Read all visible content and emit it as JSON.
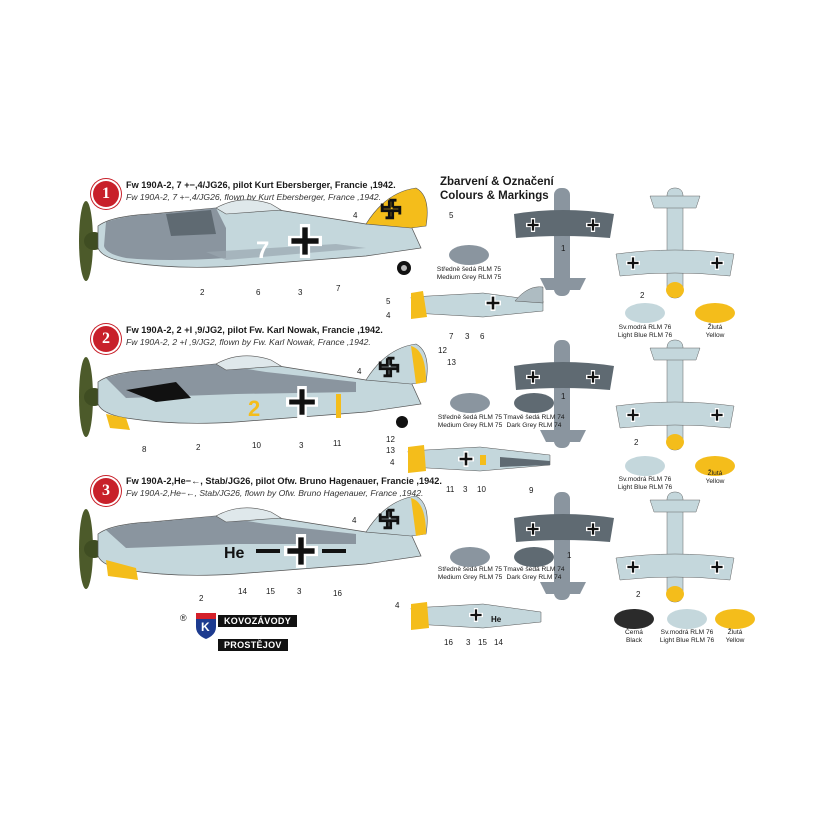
{
  "headings": {
    "cz": "Zbarvení & Označení",
    "en": "Colours & Markings"
  },
  "schemes": [
    {
      "number": "1",
      "title_cz": "Fw 190A-2, 7 +−,4/JG26, pilot Kurt Ebersberger, Francie ,1942.",
      "title_en": "Fw 190A-2, 7 +−,4/JG26, flown by Kurt Ebersberger, France ,1942.",
      "code": "7"
    },
    {
      "number": "2",
      "title_cz": "Fw 190A-2, 2 +I ,9/JG2, pilot Fw. Karl Nowak, Francie ,1942.",
      "title_en": "Fw 190A-2, 2 +I ,9/JG2, flown by Fw. Karl Nowak, France ,1942.",
      "code": "2"
    },
    {
      "number": "3",
      "title_cz": "Fw 190A-2,He−←, Stab/JG26, pilot  Ofw. Bruno Hagenauer, Francie ,1942.",
      "title_en": "Fw 190A-2,He−←, Stab/JG26, flown by  Ofw. Bruno Hagenauer, France ,1942.",
      "code": "He"
    }
  ],
  "colors": {
    "rlm75": "#8a959f",
    "rlm74": "#5f6a72",
    "rlm76": "#c4d7dc",
    "yellow": "#f4bd1b",
    "black": "#2b2b2b",
    "spinner": "#4c5a2a"
  },
  "swatches": {
    "s1": [
      {
        "line1": "Středně šedá RLM 75",
        "line2": "Medium Grey RLM 75"
      },
      {
        "line1": "Sv.modrá RLM 76",
        "line2": "Light Blue RLM 76"
      },
      {
        "line1": "Žlutá",
        "line2": "Yellow"
      }
    ],
    "s2": [
      {
        "line1": "Středně šedá RLM 75",
        "line2": "Medium Grey RLM 75"
      },
      {
        "line1": "Tmavě šedá RLM 74",
        "line2": "Dark Grey RLM 74"
      },
      {
        "line1": "Sv.modrá RLM 76",
        "line2": "Light Blue RLM 76"
      },
      {
        "line1": "Žlutá",
        "line2": "Yellow"
      }
    ],
    "s3": [
      {
        "line1": "Středně šedá RLM 75",
        "line2": "Medium Grey RLM 75"
      },
      {
        "line1": "Tmavě šedá RLM 74",
        "line2": "Dark Grey RLM 74"
      },
      {
        "line1": "Černá",
        "line2": "Black"
      },
      {
        "line1": "Sv.modrá RLM 76",
        "line2": "Light Blue RLM 76"
      },
      {
        "line1": "Žlutá",
        "line2": "Yellow"
      }
    ]
  },
  "callouts": {
    "p1_side": [
      "4",
      "5",
      "2",
      "6",
      "3",
      "7"
    ],
    "p1_small": [
      "5",
      "4",
      "7",
      "3",
      "6"
    ],
    "p1_top": [
      "1"
    ],
    "p1_bottom": [
      "2"
    ],
    "p2_side": [
      "12",
      "13",
      "4",
      "8",
      "2",
      "10",
      "3",
      "11"
    ],
    "p2_small": [
      "12",
      "13",
      "4",
      "11",
      "3",
      "10",
      "9"
    ],
    "p2_top": [
      "1"
    ],
    "p2_bottom": [
      "2"
    ],
    "p3_side": [
      "4",
      "2",
      "14",
      "15",
      "3",
      "16"
    ],
    "p3_small": [
      "4",
      "16",
      "3",
      "15",
      "14"
    ],
    "p3_top": [
      "1"
    ],
    "p3_bottom": [
      "2"
    ]
  },
  "logo": {
    "top": "KOVOZÁVODY",
    "bottom": "PROSTĚJOV",
    "mark": "K",
    "reg": "®"
  }
}
